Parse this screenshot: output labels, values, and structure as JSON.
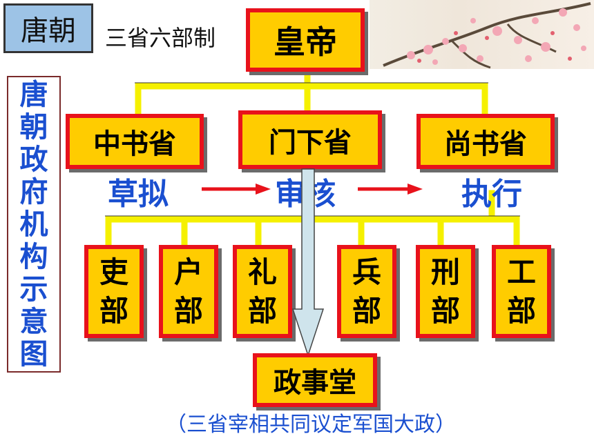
{
  "title": "唐朝",
  "subtitle": "三省六部制",
  "side_label": [
    "唐",
    "朝",
    "政",
    "府",
    "机",
    "构",
    "示",
    "意",
    "图"
  ],
  "emperor": "皇帝",
  "provinces": [
    {
      "name": "中书省",
      "role": "草拟"
    },
    {
      "name": "门下省",
      "role": "审核"
    },
    {
      "name": "尚书省",
      "role": "执行"
    }
  ],
  "ministries": [
    [
      "吏",
      "部"
    ],
    [
      "户",
      "部"
    ],
    [
      "礼",
      "部"
    ],
    [
      "兵",
      "部"
    ],
    [
      "刑",
      "部"
    ],
    [
      "工",
      "部"
    ]
  ],
  "council": "政事堂",
  "council_note": "（三省宰相共同议定军国大政）",
  "colors": {
    "node_fill": "#ffcc00",
    "node_border": "#e8121b",
    "connector": "#f5f000",
    "text_blue": "#1a4fd0",
    "arrow_red": "#e8121b",
    "header_box": "#9dc3e6"
  }
}
